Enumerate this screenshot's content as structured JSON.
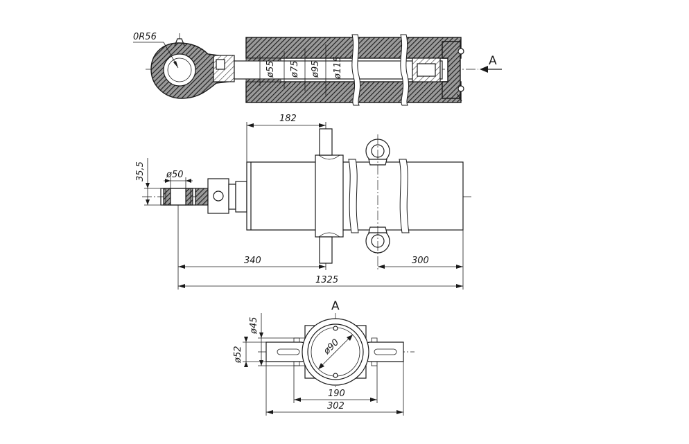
{
  "section_view": {
    "radius_label": "0R56",
    "diameters": [
      "ø55",
      "ø75",
      "ø95",
      "ø115"
    ],
    "view_arrow_label": "A"
  },
  "front_view": {
    "dim_182": "182",
    "dim_35_5": "35,5",
    "dim_50": "ø50",
    "dim_340": "340",
    "dim_300": "300",
    "dim_1325": "1325"
  },
  "end_view": {
    "title": "A",
    "dim_45": "ø45",
    "dim_52": "ø52",
    "dim_90": "ø90",
    "dim_190": "190",
    "dim_302": "302"
  }
}
